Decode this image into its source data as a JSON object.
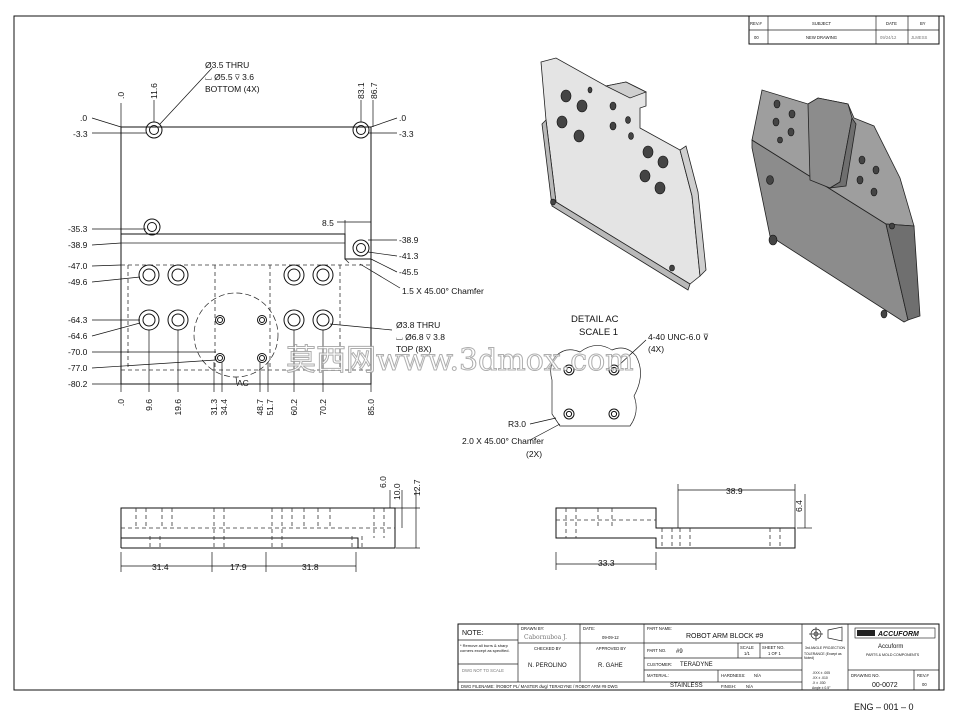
{
  "revision_table": {
    "headers": [
      "REV.#",
      "SUBJECT",
      "DATE",
      "BY"
    ],
    "row": [
      "00",
      "NEW DRAWING",
      "09/24/12",
      "JLMESS"
    ]
  },
  "top_view": {
    "hole_note_1": [
      "Ø3.5 THRU",
      "⌴ Ø5.5 ⊽ 3.6",
      "BOTTOM (4X)"
    ],
    "hole_note_2": [
      "Ø3.8 THRU",
      "⌴ Ø6.8 ⊽ 3.8",
      "TOP (8X)"
    ],
    "chamfer_note": "1.5 X 45.00° Chamfer",
    "detail_marker": "AC",
    "top_dims": [
      "11.6",
      "83.1",
      "86.7"
    ],
    "left_dims": [
      ".0",
      "-3.3",
      "-35.3",
      "-38.9",
      "-47.0",
      "-49.6",
      "-64.3",
      "-64.6",
      "-70.0",
      "-77.0",
      "-80.2"
    ],
    "right_dims": [
      ".0",
      "-3.3",
      "-38.9",
      "-41.3",
      "-45.5"
    ],
    "bottom_dims": [
      ".0",
      "9.6",
      "19.6",
      "31.3",
      "34.4",
      "48.7",
      "51.7",
      "60.2",
      "70.2",
      "85.0"
    ],
    "top_left_zero": ".0",
    "dim_8_5": "8.5"
  },
  "detail": {
    "title": "DETAIL AC",
    "scale": "SCALE 1",
    "thread_note": [
      "4-40 UNC-6.0 ⊽",
      "(4X)"
    ],
    "radius_note": "R3.0",
    "chamfer_note": [
      "2.0 X 45.00° Chamfer",
      "(2X)"
    ]
  },
  "front_view": {
    "height_dims": [
      "6.0",
      "10.0",
      "12.7"
    ],
    "width_dims": [
      "31.4",
      "17.9",
      "31.8"
    ]
  },
  "side_view": {
    "dims": [
      "38.9",
      "6.4",
      "33.3"
    ]
  },
  "watermark": "莫西网www.3dmox.com",
  "title_block": {
    "note_label": "NOTE:",
    "note_text": "* Remove all burrs & sharp corners except as specified.",
    "note_text2": "DWG NOT TO SCALE",
    "drawn_by_label": "DRAWN BY:",
    "drawn_by": "Cabornuboa J.",
    "date_label": "DATE:",
    "date": "09-09-12",
    "checked_label": "CHECKED BY",
    "checked_by": "N. PEROLINO",
    "approved_label": "APPROVED BY",
    "approved_by": "R. GAHE",
    "part_name_label": "PART NAME:",
    "part_name": "ROBOT ARM BLOCK #9",
    "part_no_label": "PART NO.",
    "part_no": "#9",
    "scale_label": "SCALE",
    "scale_value": "1/1",
    "sheet_label": "SHEET NO.",
    "sheet_value": "1 OF 1",
    "customer_label": "CUSTOMER:",
    "customer": "TERADYNE",
    "material_label": "MATERIAL:",
    "material": "STAINLESS",
    "hardness_label": "HARDNESS:",
    "hardness": "N/A",
    "finish_label": "FINISH:",
    "finish": "N/A",
    "projection_label": "3rd ANGLE PROJECTION",
    "tolerance_label": "TOLERANCE (Except as Noted)",
    "tolerances": [
      ".XXX ± .005",
      ".XX ± .010",
      ".X ± .030",
      "Angle ± 0.5°"
    ],
    "company_logo": "ACCUFORM",
    "company_name": "Accuform",
    "company_address": "PARTS & MOLD COMPONENTS",
    "drawing_no_label": "DRAWING NO.",
    "drawing_no": "00-0072",
    "rev_label": "REV.#",
    "rev": "00",
    "file_label": "DWG FILENAME:",
    "file_path": "/ROBOT PL/ MASTER dwg/ TERADYNE / ROBOT ARM #9 DWG"
  },
  "footer_code": "ENG – 001 – 0"
}
